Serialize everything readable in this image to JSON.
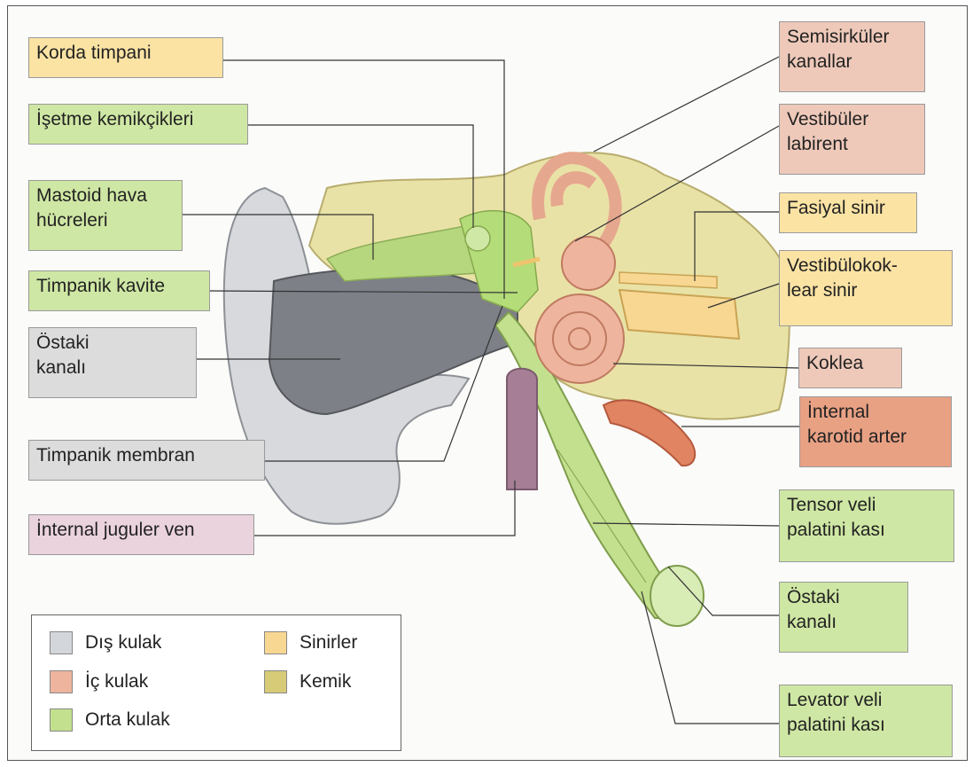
{
  "labels_left": {
    "korda_timpani": "Korda timpani",
    "isetme_kemikcikleri": "İşetme kemikçikleri",
    "mastoid_hava_hucreleri": "Mastoid hava\nhücreleri",
    "timpanik_kavite": "Timpanik kavite",
    "ostaki_kanali": "Östaki\nkanalı",
    "timpanik_membran": "Timpanik membran",
    "internal_juguler_ven": "İnternal juguler ven"
  },
  "labels_right": {
    "semisirkuler_kanallar": "Semisirküler\nkanallar",
    "vestibuler_labirent": "Vestibüler\nlabirent",
    "fasiyal_sinir": "Fasiyal sinir",
    "vestibulokoklear_sinir": "Vestibülokok-\nlear sinir",
    "koklea": "Koklea",
    "internal_karotid_arter": "İnternal\nkarotid arter",
    "tensor_veli_palatini": "Tensor veli\npalatini kası",
    "ostaki_kanali_2": "Östaki\nkanalı",
    "levator_veli_palatini": "Levator veli\npalatini kası"
  },
  "legend": {
    "dis_kulak": "Dış kulak",
    "ic_kulak": "İç kulak",
    "orta_kulak": "Orta kulak",
    "sinirler": "Sinirler",
    "kemik": "Kemik"
  },
  "colors": {
    "outer_ear": "#d3d6da",
    "inner_ear": "#eeb49e",
    "middle_ear": "#c3e08e",
    "nerves": "#f8d792",
    "bone": "#e9e2a6",
    "vein": "#a67f96",
    "artery": "#e18462"
  }
}
